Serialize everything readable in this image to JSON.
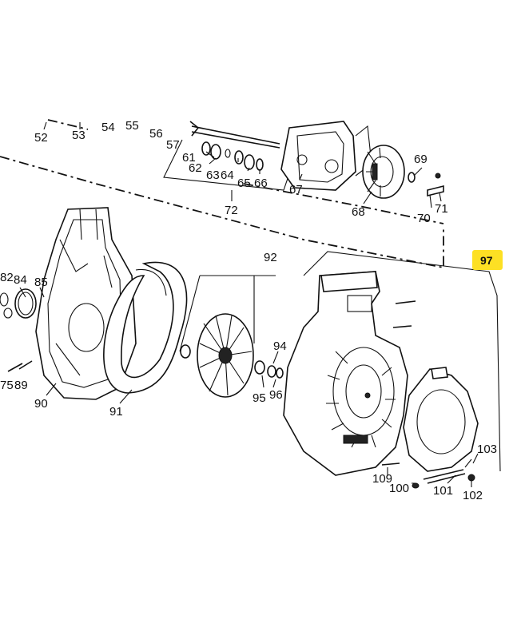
{
  "callouts": [
    {
      "id": "c52",
      "text": "52"
    },
    {
      "id": "c53",
      "text": "53"
    },
    {
      "id": "c54",
      "text": "54"
    },
    {
      "id": "c55",
      "text": "55"
    },
    {
      "id": "c56",
      "text": "56"
    },
    {
      "id": "c57",
      "text": "57"
    },
    {
      "id": "c61",
      "text": "61"
    },
    {
      "id": "c62",
      "text": "62"
    },
    {
      "id": "c63",
      "text": "63"
    },
    {
      "id": "c64",
      "text": "64"
    },
    {
      "id": "c65",
      "text": "65"
    },
    {
      "id": "c66",
      "text": "66"
    },
    {
      "id": "c67",
      "text": "67"
    },
    {
      "id": "c68",
      "text": "68"
    },
    {
      "id": "c69",
      "text": "69"
    },
    {
      "id": "c70",
      "text": "70"
    },
    {
      "id": "c71",
      "text": "71"
    },
    {
      "id": "c72",
      "text": "72"
    },
    {
      "id": "c82",
      "text": "82"
    },
    {
      "id": "c84",
      "text": "84"
    },
    {
      "id": "c85",
      "text": "85"
    },
    {
      "id": "c75",
      "text": "75"
    },
    {
      "id": "c89",
      "text": "89"
    },
    {
      "id": "c90",
      "text": "90"
    },
    {
      "id": "c91",
      "text": "91"
    },
    {
      "id": "c92",
      "text": "92"
    },
    {
      "id": "c94",
      "text": "94"
    },
    {
      "id": "c95",
      "text": "95"
    },
    {
      "id": "c96",
      "text": "96"
    },
    {
      "id": "c97",
      "text": "97"
    },
    {
      "id": "c100",
      "text": "100"
    },
    {
      "id": "c101",
      "text": "101"
    },
    {
      "id": "c102",
      "text": "102"
    },
    {
      "id": "c103",
      "text": "103"
    },
    {
      "id": "c109",
      "text": "109"
    }
  ],
  "highlight_color": "#fde024"
}
